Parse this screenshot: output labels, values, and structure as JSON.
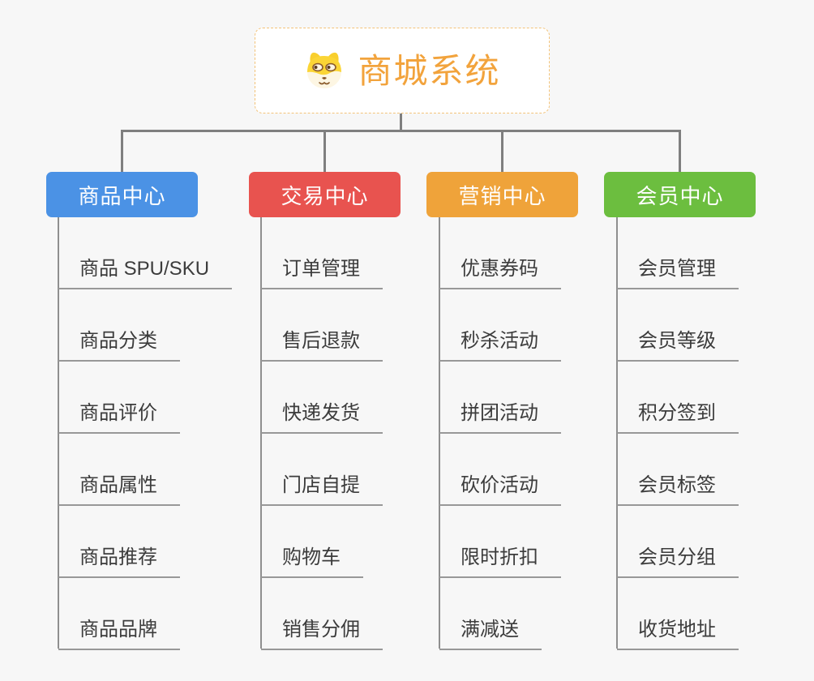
{
  "root": {
    "title": "商城系统",
    "icon": "dog-icon"
  },
  "colors": {
    "root_text": "#f2a33c",
    "root_border": "#f3c379",
    "connector": "#7f7f7f",
    "leaf_text": "#3c3c3c",
    "background": "#f7f7f7"
  },
  "branches": [
    {
      "label": "商品中心",
      "color": "#4b92e5",
      "items": [
        "商品 SPU/SKU",
        "商品分类",
        "商品评价",
        "商品属性",
        "商品推荐",
        "商品品牌"
      ]
    },
    {
      "label": "交易中心",
      "color": "#e8534f",
      "items": [
        "订单管理",
        "售后退款",
        "快递发货",
        "门店自提",
        "购物车",
        "销售分佣"
      ]
    },
    {
      "label": "营销中心",
      "color": "#efa33a",
      "items": [
        "优惠券码",
        "秒杀活动",
        "拼团活动",
        "砍价活动",
        "限时折扣",
        "满减送"
      ]
    },
    {
      "label": "会员中心",
      "color": "#6cbe3f",
      "items": [
        "会员管理",
        "会员等级",
        "积分签到",
        "会员标签",
        "会员分组",
        "收货地址"
      ]
    }
  ]
}
